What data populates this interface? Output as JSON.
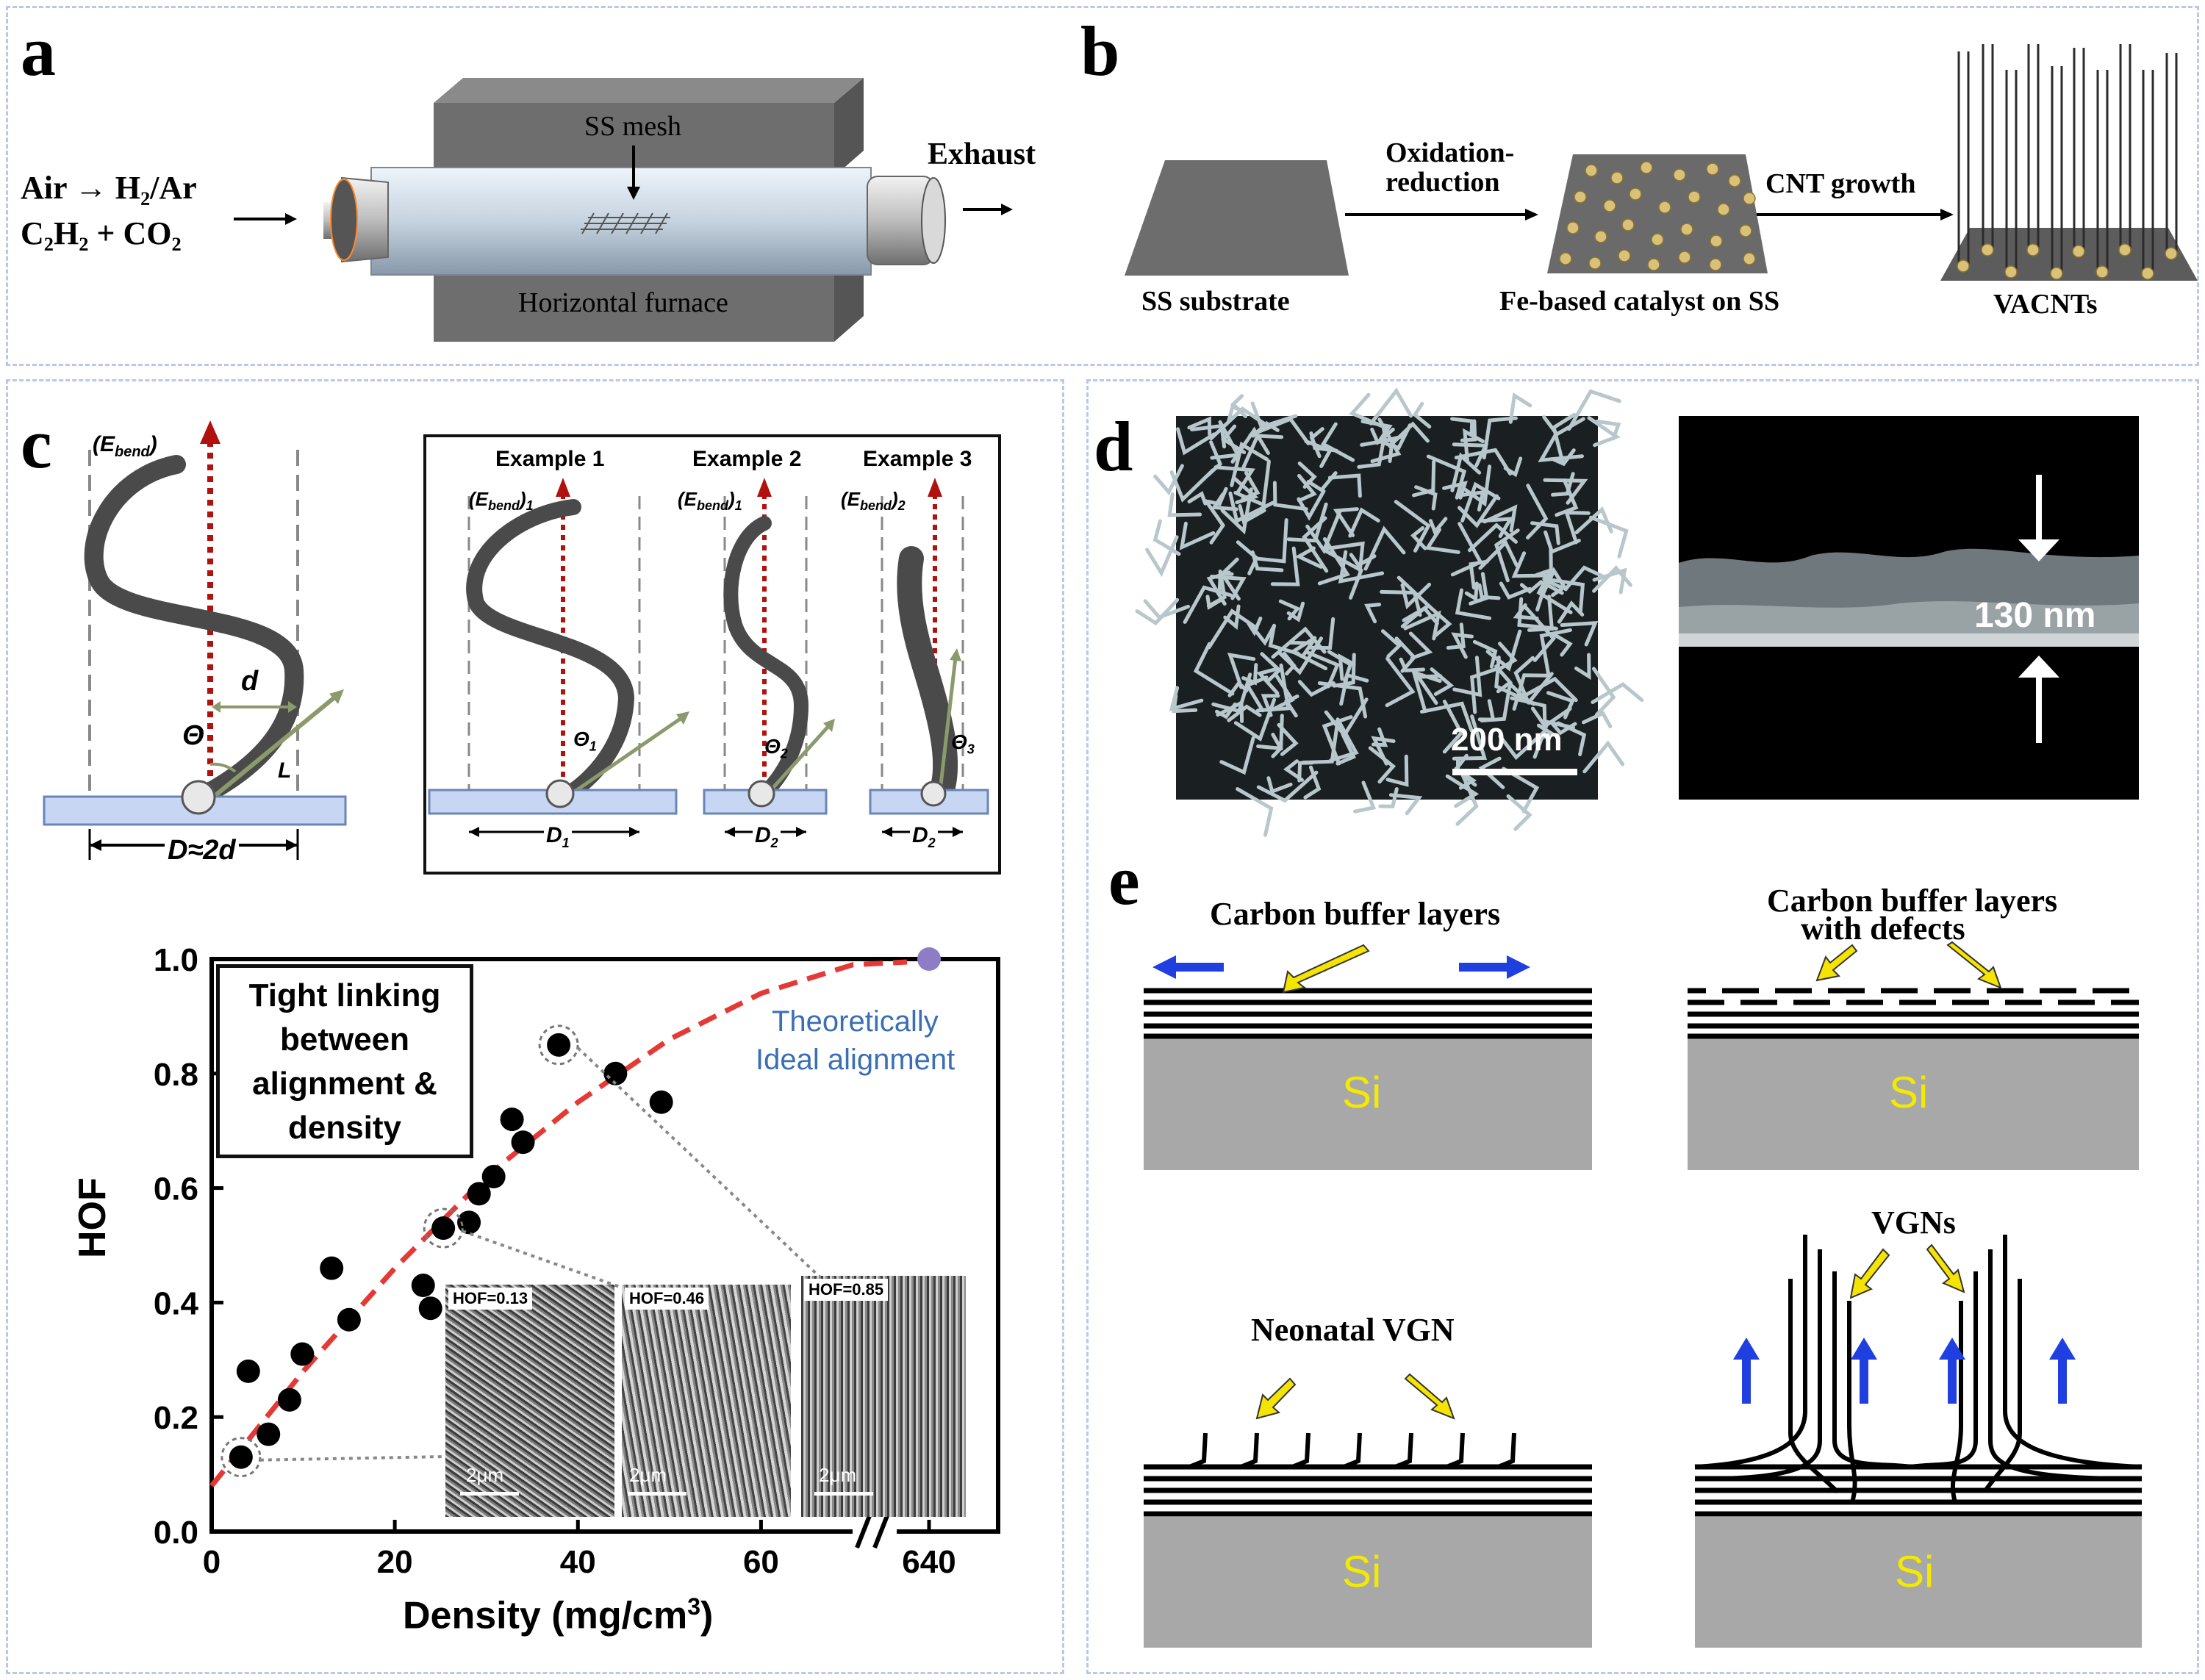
{
  "panels": {
    "a": "a",
    "b": "b",
    "c": "c",
    "d": "d",
    "e": "e"
  },
  "a": {
    "gas_line1": "Air → H₂/Ar",
    "gas_line2": "C₂H₂ + CO₂",
    "mesh_label": "SS mesh",
    "exhaust_label": "Exhaust",
    "furnace_label": "Horizontal furnace"
  },
  "b": {
    "step1_label": "SS substrate",
    "arrow1_line1": "Oxidation-",
    "arrow1_line2": "reduction",
    "step2_label": "Fe-based catalyst on SS",
    "arrow2_label": "CNT growth",
    "step3_label": "VACNTs"
  },
  "c": {
    "schematic": {
      "ebend": "(E",
      "ebend_sub": "bend",
      "ebend_close": ")",
      "d_label": "d",
      "theta_label": "Θ",
      "l_label": "L",
      "D_label": "D≈2d",
      "examples": [
        {
          "title": "Example 1",
          "energy": "(E",
          "energy_sub": "bend",
          "energy_close": ")",
          "energy_idx": "1",
          "theta": "Θ",
          "theta_idx": "1",
          "D": "D",
          "D_idx": "1"
        },
        {
          "title": "Example 2",
          "energy": "(E",
          "energy_sub": "bend",
          "energy_close": ")",
          "energy_idx": "1",
          "theta": "Θ",
          "theta_idx": "2",
          "D": "D",
          "D_idx": "2"
        },
        {
          "title": "Example 3",
          "energy": "(E",
          "energy_sub": "bend",
          "energy_close": ")",
          "energy_idx": "2",
          "theta": "Θ",
          "theta_idx": "3",
          "D": "D",
          "D_idx": "2"
        }
      ]
    },
    "textbox_lines": [
      "Tight linking",
      "between",
      "alignment &",
      "density"
    ],
    "ideal_label_1": "Theoretically",
    "ideal_label_2": "Ideal alignment",
    "insets": [
      {
        "label": "HOF=0.13",
        "scale": "2μm"
      },
      {
        "label": "HOF=0.46",
        "scale": "2μm"
      },
      {
        "label": "HOF=0.85",
        "scale": "2μm"
      }
    ]
  },
  "chart_data": {
    "type": "scatter",
    "xlabel": "Density (mg/cm",
    "xlabel_sup": "3",
    "xlabel_close": ")",
    "ylabel": "HOF",
    "xlim": [
      0,
      70
    ],
    "ylim": [
      0,
      1.0
    ],
    "x_ticks": [
      "0",
      "20",
      "40",
      "60"
    ],
    "x_break_tick": "640",
    "y_ticks": [
      "0.0",
      "0.2",
      "0.4",
      "0.6",
      "0.8",
      "1.0"
    ],
    "points": [
      {
        "x": 3.2,
        "y": 0.13
      },
      {
        "x": 4.0,
        "y": 0.28
      },
      {
        "x": 6.2,
        "y": 0.17
      },
      {
        "x": 8.5,
        "y": 0.23
      },
      {
        "x": 9.9,
        "y": 0.31
      },
      {
        "x": 13.1,
        "y": 0.46
      },
      {
        "x": 15.0,
        "y": 0.37
      },
      {
        "x": 23.1,
        "y": 0.43
      },
      {
        "x": 23.9,
        "y": 0.39
      },
      {
        "x": 25.3,
        "y": 0.53
      },
      {
        "x": 28.1,
        "y": 0.54
      },
      {
        "x": 29.2,
        "y": 0.59
      },
      {
        "x": 30.8,
        "y": 0.62
      },
      {
        "x": 32.8,
        "y": 0.72
      },
      {
        "x": 34.0,
        "y": 0.68
      },
      {
        "x": 37.9,
        "y": 0.85
      },
      {
        "x": 44.1,
        "y": 0.8
      },
      {
        "x": 49.1,
        "y": 0.75
      }
    ],
    "ideal_point": {
      "x": 640,
      "y": 1.0
    },
    "fit_curve": [
      [
        0,
        0.08
      ],
      [
        10,
        0.28
      ],
      [
        20,
        0.46
      ],
      [
        30,
        0.62
      ],
      [
        40,
        0.75
      ],
      [
        50,
        0.86
      ],
      [
        60,
        0.94
      ],
      [
        70,
        0.99
      ]
    ],
    "colors": {
      "points": "#000000",
      "fit": "#e53935",
      "ideal": "#8d7dc6",
      "ideal_text": "#3a6fb5"
    }
  },
  "d": {
    "scale_bar": "200 nm",
    "thickness": "130 nm"
  },
  "e": {
    "tl_label": "Carbon buffer layers",
    "tr_label_1": "Carbon buffer layers",
    "tr_label_2": "with defects",
    "bl_label": "Neonatal VGN",
    "br_label": "VGNs",
    "substrate": "Si",
    "colors": {
      "arrow_blue": "#1f3fe0",
      "arrow_yellow": "#f5e400",
      "si_text": "#f2ea00",
      "si_fill": "#a8a8a8"
    }
  }
}
